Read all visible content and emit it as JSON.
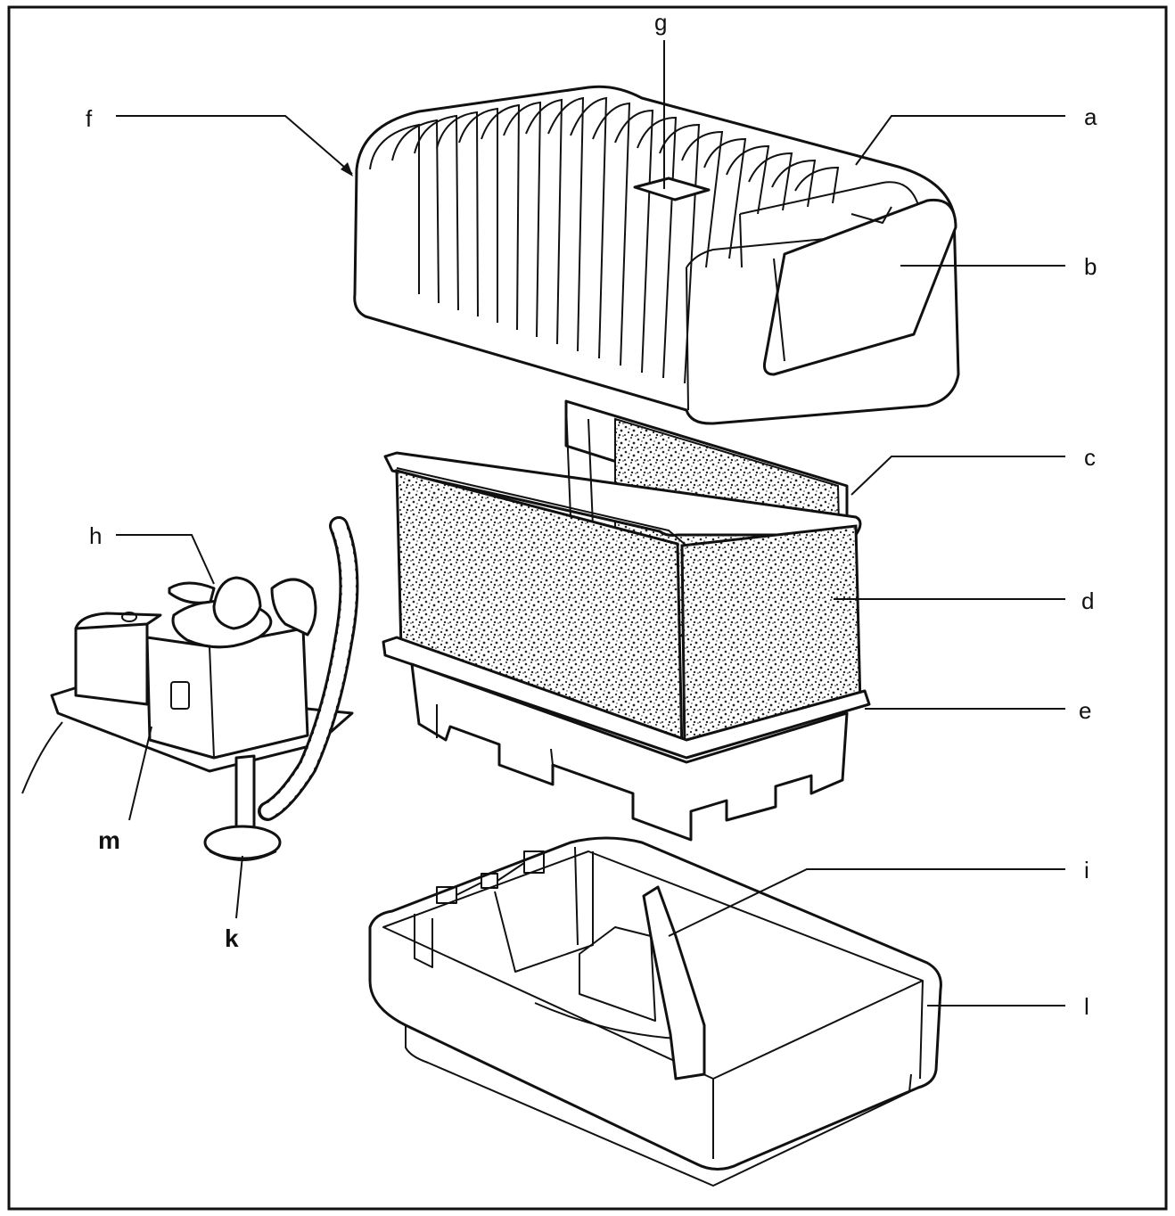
{
  "diagram": {
    "labels": {
      "a": "a",
      "b": "b",
      "c": "c",
      "d": "d",
      "e": "e",
      "f": "f",
      "g": "g",
      "h": "h",
      "i": "i",
      "k": "k",
      "l": "l",
      "m": "m"
    },
    "stroke_color": "#111111",
    "background_color": "#ffffff"
  }
}
